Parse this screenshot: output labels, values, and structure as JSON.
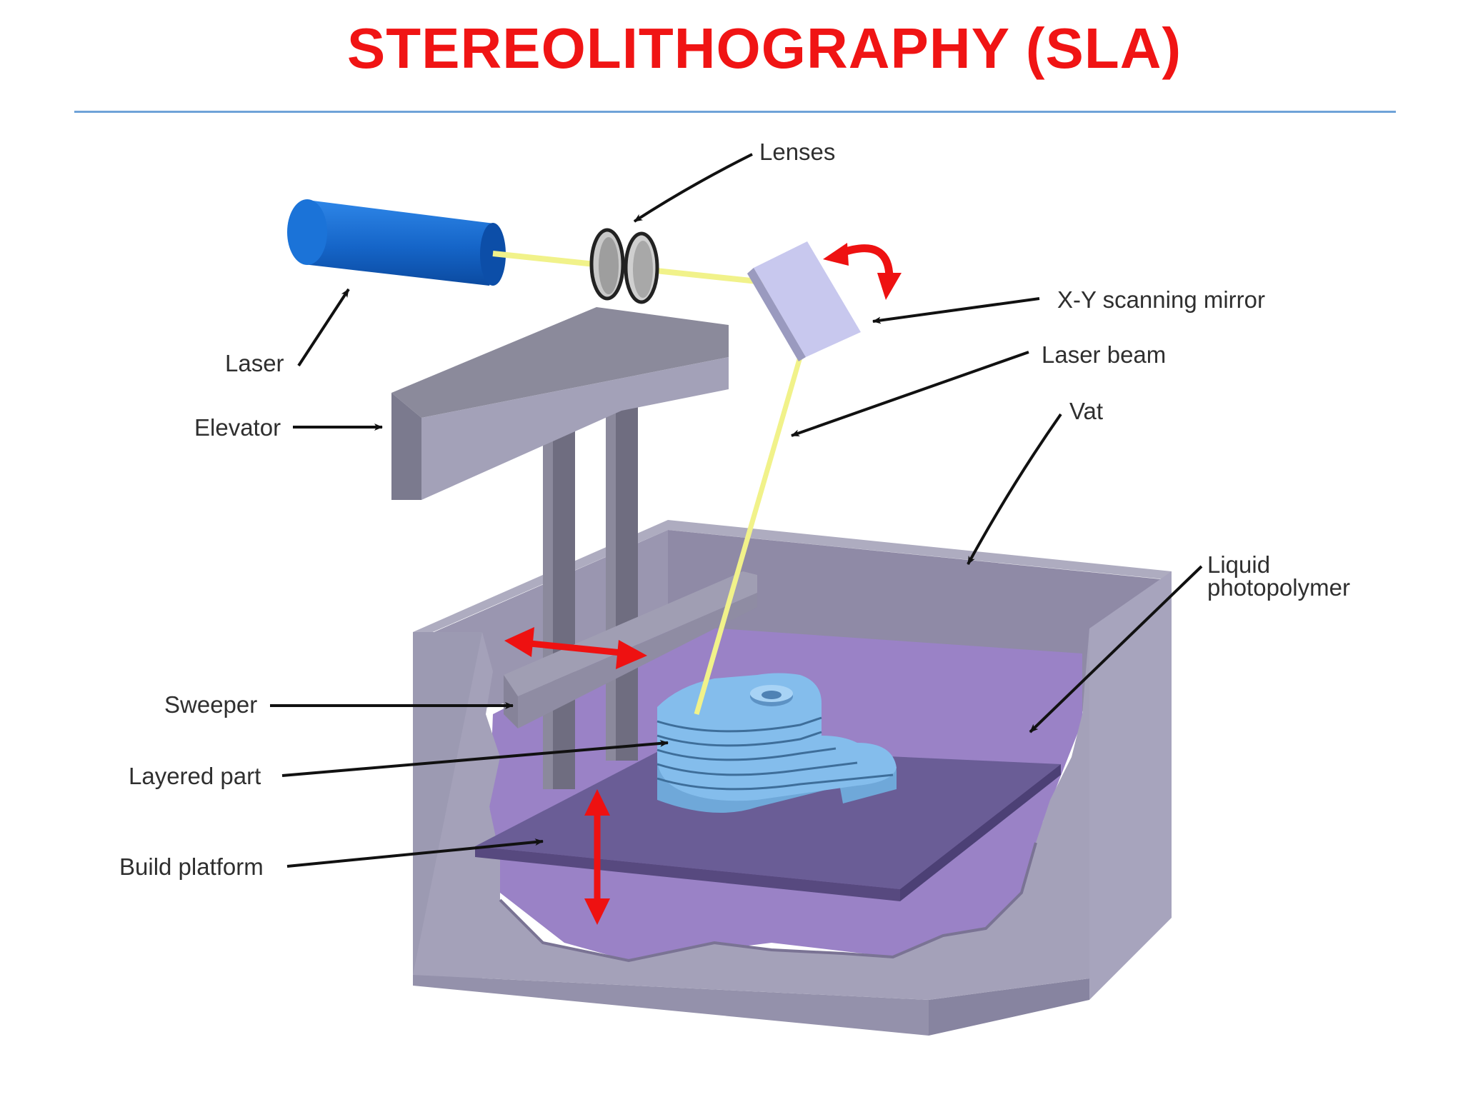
{
  "title": "STEREOLITHOGRAPHY (SLA)",
  "colors": {
    "title": "#f01414",
    "rule": "#6fa2d8",
    "laser": "#1565c8",
    "beam": "#f1f28a",
    "vat_gray": "#9795ad",
    "resin": "#9a82c6",
    "part": "#7eb8e6",
    "motion_arrow": "#ee1111"
  },
  "labels": {
    "lenses": "Lenses",
    "mirror": "X-Y scanning mirror",
    "laser": "Laser",
    "laser_beam": "Laser beam",
    "vat": "Vat",
    "elevator": "Elevator",
    "liquid_1": "Liquid",
    "liquid_2": "photopolymer",
    "sweeper": "Sweeper",
    "layered_part": "Layered part",
    "build_platform": "Build platform"
  }
}
